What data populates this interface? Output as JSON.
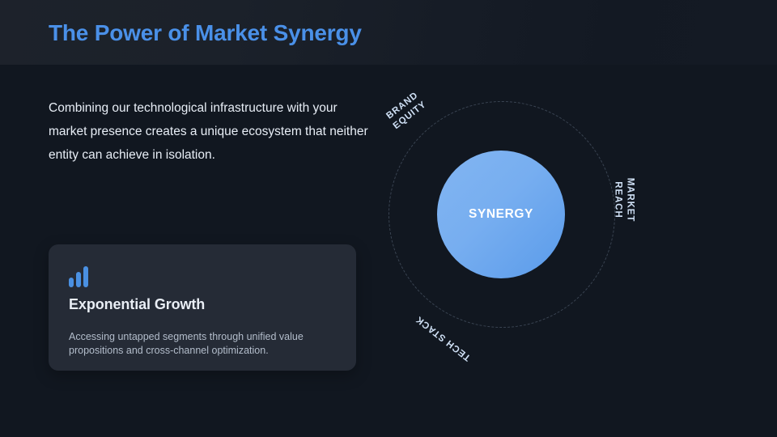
{
  "header": {
    "title": "The Power of Market Synergy"
  },
  "main": {
    "intro_paragraph": "Combining our technological infrastructure with your market presence creates a unique ecosystem that neither entity can achieve in isolation.",
    "feature_card": {
      "icon": "bar-chart-icon",
      "title": "Exponential Growth",
      "body": "Accessing untapped segments through unified value propositions and cross-channel optimization."
    }
  },
  "diagram": {
    "core_label": "SYNERGY",
    "orbit_labels": [
      {
        "name": "brand-equity",
        "line1": "BRAND",
        "line2": "EQUITY"
      },
      {
        "name": "market-reach",
        "line1": "MARKET",
        "line2": "REACH"
      },
      {
        "name": "tech-stack",
        "line1": "TECH STACK",
        "line2": ""
      }
    ]
  },
  "colors": {
    "background": "#111720",
    "header_background": "#1b212a",
    "title_blue": "#4a90e8",
    "accent_blue": "#4a90e2",
    "core_gradient_start": "#82b5f2",
    "core_gradient_end": "#5a9bea",
    "card_background": "#252b36",
    "body_text": "#e8eef6",
    "muted_text": "#b3bdcb",
    "orbit_label_text": "#cfe0f5",
    "ring_stroke": "#3a4452"
  }
}
